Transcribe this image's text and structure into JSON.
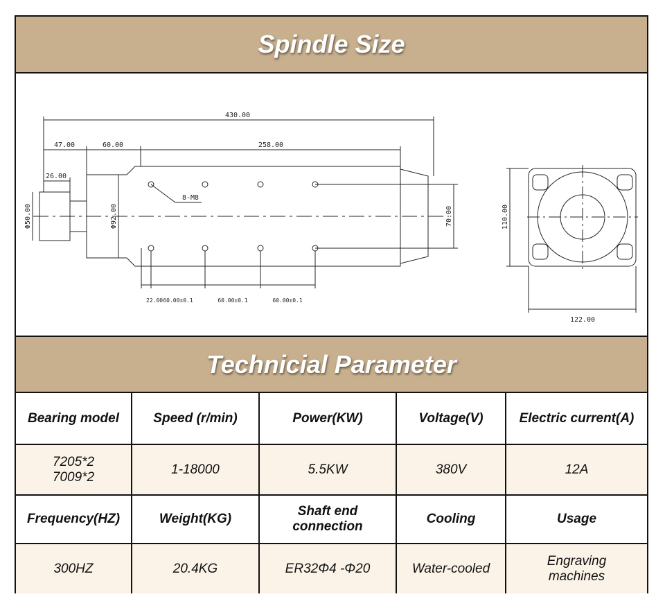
{
  "titles": {
    "spindle_size": "Spindle Size",
    "technical_parameter": "Technicial Parameter"
  },
  "drawing": {
    "dims": {
      "total_length": "430.00",
      "body_length": "258.00",
      "front_step": "60.00",
      "nose_length": "47.00",
      "nose_tip": "26.00",
      "nose_dia": "Φ50.00",
      "body_dia": "Φ92.00",
      "rear_dia": "70.00",
      "thread": "8-M8",
      "hole_first": "22.00",
      "hole_pitch_1": "60.00±0.1",
      "hole_pitch_2": "60.00±0.1",
      "hole_pitch_3": "60.00±0.1",
      "end_height": "110.00",
      "end_width": "122.00"
    }
  },
  "table": {
    "row1_headers": [
      "Bearing model",
      "Speed (r/min)",
      "Power(KW)",
      "Voltage(V)",
      "Electric current(A)"
    ],
    "row1_values": [
      "7205*2\n7009*2",
      "1-18000",
      "5.5KW",
      "380V",
      "12A"
    ],
    "row2_headers": [
      "Frequency(HZ)",
      "Weight(KG)",
      "Shaft end\nconnection",
      "Cooling",
      "Usage"
    ],
    "row2_values": [
      "300HZ",
      "20.4KG",
      "ER32Φ4 -Φ20",
      "Water-cooled",
      "Engraving\nmachines"
    ]
  },
  "colors": {
    "band": "#c8b08e",
    "value_row": "#fbf3e8"
  }
}
